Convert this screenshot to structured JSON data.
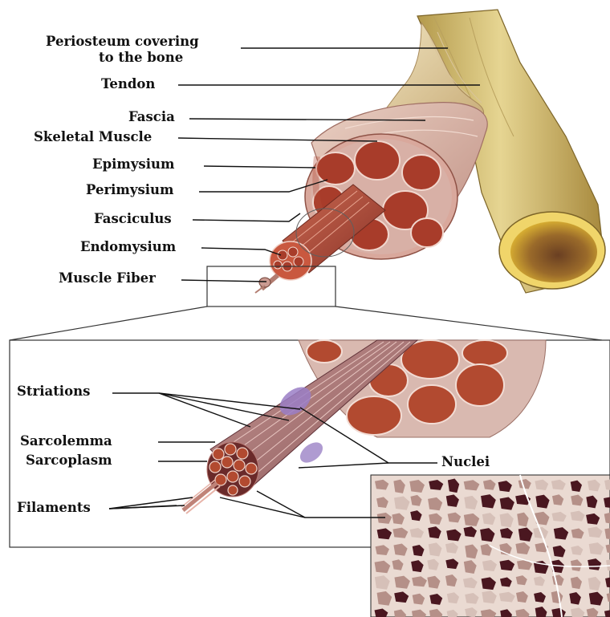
{
  "top_labels": {
    "periosteum": [
      "Periosteum covering",
      "to the bone"
    ],
    "tendon": "Tendon",
    "fascia": "Fascia",
    "skeletal_muscle": "Skeletal Muscle",
    "epimysium": "Epimysium",
    "perimysium": "Perimysium",
    "fasciculus": "Fasciculus",
    "endomysium": "Endomysium",
    "muscle_fiber": "Muscle Fiber"
  },
  "bottom_labels": {
    "striations": "Striations",
    "sarcolemma": "Sarcolemma",
    "sarcoplasm": "Sarcoplasm",
    "filaments": "Filaments",
    "nuclei": "Nuclei"
  },
  "colors": {
    "bone_shaft": "#d9c47a",
    "bone_marrow": "#e2b934",
    "muscle": "#b8483c",
    "fascia": "#d9b0a4",
    "fiber_fill": "#b24a30",
    "micrograph_bg": "#eadad2",
    "stain_dark": "#4a1720",
    "stain_light": "#b59088"
  },
  "icons": [
    "bone-shaft",
    "muscle-bundle",
    "fascicle-bundle",
    "micrograph"
  ]
}
